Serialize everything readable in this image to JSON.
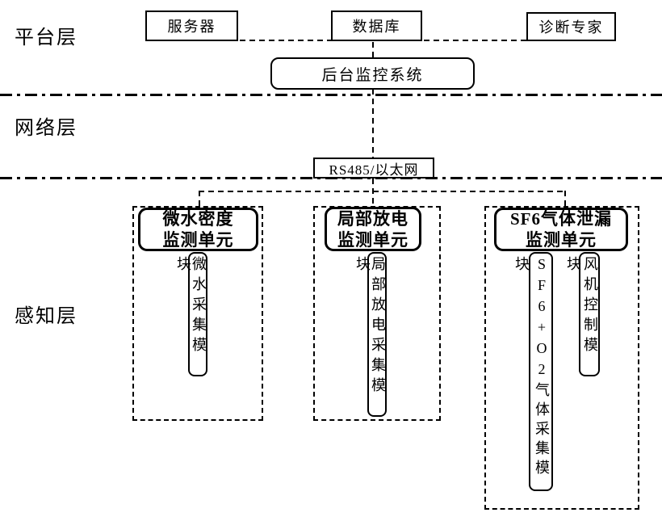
{
  "diagram": {
    "layers": {
      "platform_label": "平台层",
      "network_label": "网络层",
      "perception_label": "感知层"
    },
    "platform": {
      "server": "服务器",
      "database": "数据库",
      "expert": "诊断专家",
      "monitor_system": "后台监控系统"
    },
    "network": {
      "bus": "RS485/以太网"
    },
    "perception": {
      "units": [
        {
          "title": "微水密度\n监测单元",
          "modules": [
            "微水采集模块"
          ]
        },
        {
          "title": "局部放电\n监测单元",
          "modules": [
            "局部放电采集模块"
          ]
        },
        {
          "title": "SF6气体泄漏\n监测单元",
          "modules": [
            "SF6+O2气体采集模块",
            "风机控制模块"
          ]
        }
      ]
    },
    "colors": {
      "line": "#000000",
      "background": "#ffffff"
    }
  }
}
